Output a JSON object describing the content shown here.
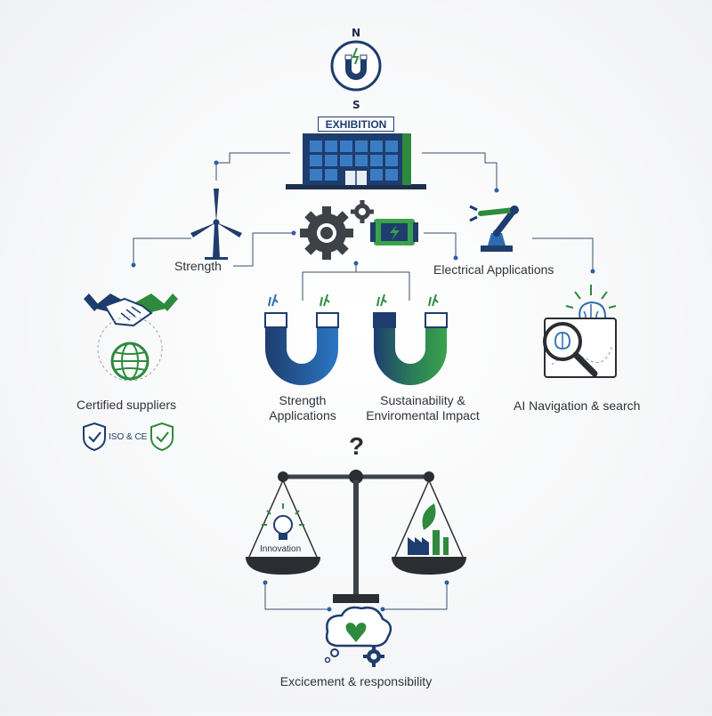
{
  "compass": {
    "north": "N",
    "south": "S"
  },
  "exhibition": {
    "label": "EXHIBITION"
  },
  "nodes": {
    "strength": "Strength",
    "electrical_applications": "Electrical Applications",
    "certified_suppliers": "Certified suppliers",
    "ai_navigation": "AI Navigation & search",
    "strength_applications_line1": "Strength",
    "strength_applications_line2": "Applications",
    "sustainability_line1": "Sustainability &",
    "sustainability_line2": "Enviromental Impact",
    "excitement": "Excicement & responsibility"
  },
  "badges": {
    "iso_ce": "ISO & CE"
  },
  "balance": {
    "question": "?",
    "left_pan_label": "Innovation"
  },
  "colors": {
    "navy": "#1e3d6e",
    "blue": "#2b6cb0",
    "green": "#2e8b3e",
    "dark": "#2a2e33",
    "gray": "#4a4f55"
  },
  "icons": [
    "compass-magnet-icon",
    "exhibition-building-icon",
    "wind-turbine-icon",
    "gear-icon",
    "battery-icon",
    "robot-arm-icon",
    "handshake-icon",
    "globe-icon",
    "shield-check-icon",
    "magnet-icon",
    "brain-icon",
    "magnifier-icon",
    "balance-scale-icon",
    "lightbulb-icon",
    "leaf-factory-icon",
    "heart-cloud-icon"
  ]
}
